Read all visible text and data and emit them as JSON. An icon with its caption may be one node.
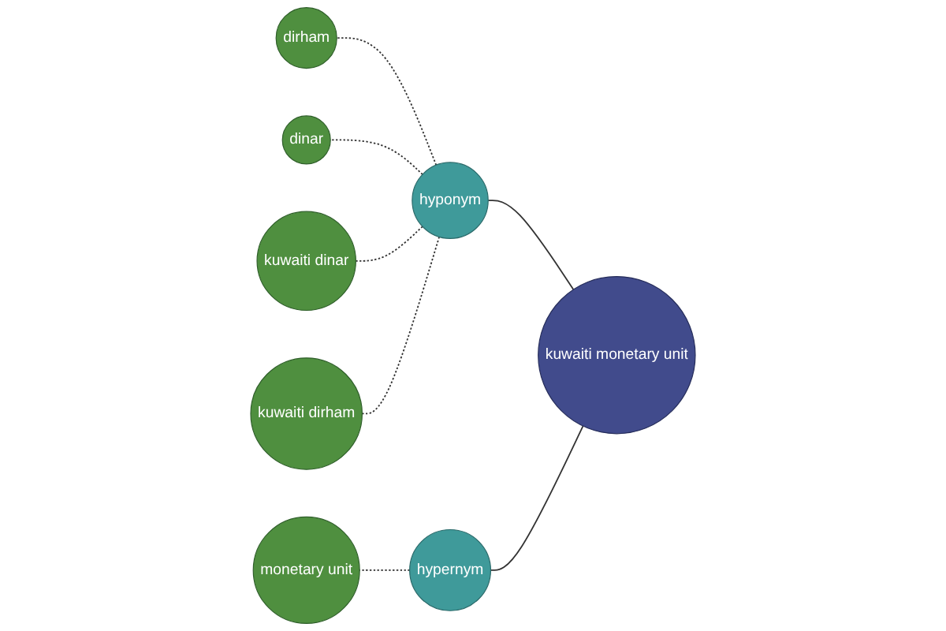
{
  "diagram": {
    "nodes": [
      {
        "text": [
          "dirham"
        ]
      },
      {
        "text": [
          "dinar"
        ]
      },
      {
        "text": [
          "kuwaiti dinar"
        ]
      },
      {
        "text": [
          "kuwaiti dirham"
        ]
      },
      {
        "text": [
          "hyponym"
        ]
      },
      {
        "text": [
          "kuwaiti monetary unit"
        ]
      },
      {
        "text": [
          "monetary unit"
        ]
      },
      {
        "text": [
          "hypernym"
        ]
      }
    ],
    "edges": [
      {
        "from": 4,
        "to": 0,
        "arrow": "none",
        "style": "dashed"
      },
      {
        "from": 4,
        "to": 1,
        "arrow": "none",
        "style": "dashed"
      },
      {
        "from": 4,
        "to": 2,
        "arrow": "none",
        "style": "dashed"
      },
      {
        "from": 4,
        "to": 3,
        "arrow": "none",
        "style": "dashed"
      },
      {
        "from": 5,
        "to": 4,
        "arrow": "none"
      },
      {
        "from": 5,
        "to": 7,
        "arrow": "none"
      },
      {
        "from": 7,
        "to": 6,
        "arrow": "none",
        "style": "dashed"
      }
    ]
  }
}
